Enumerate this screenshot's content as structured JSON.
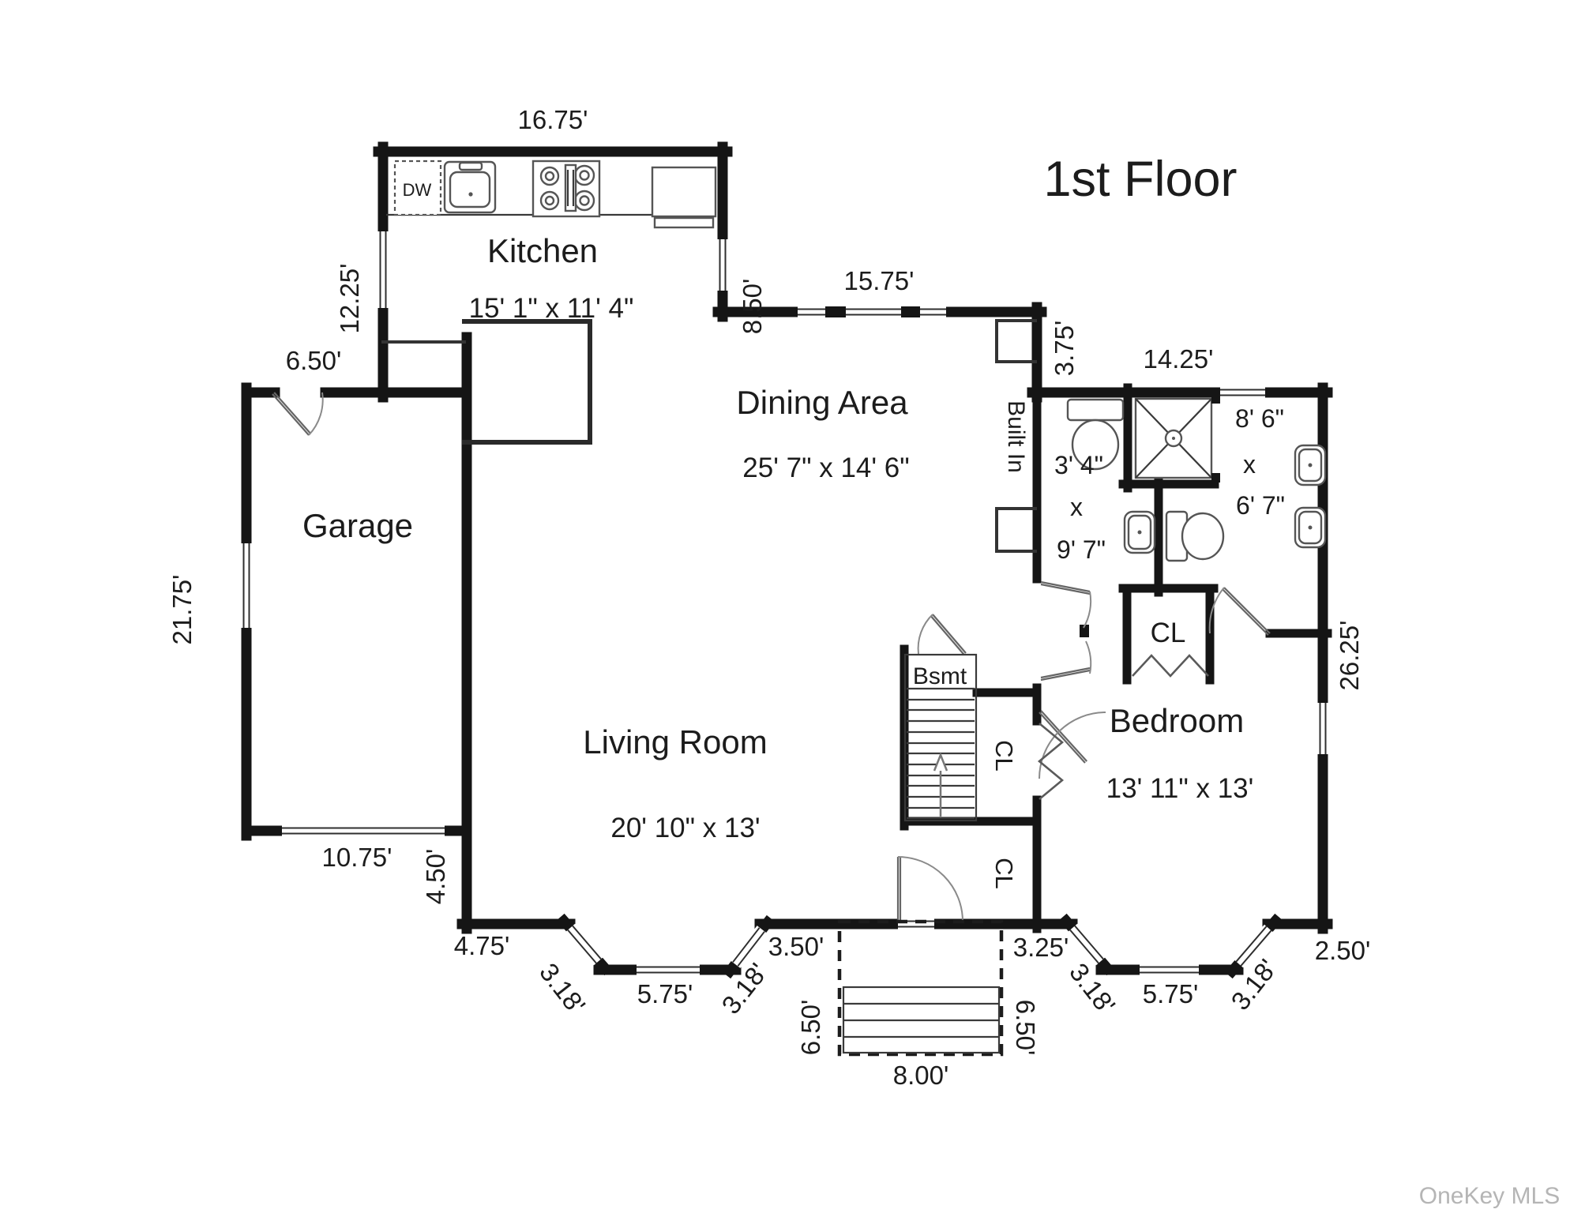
{
  "title": "1st Floor",
  "watermark": "OneKey MLS",
  "rooms": {
    "kitchen": {
      "name": "Kitchen",
      "dims": "15' 1\" x 11' 4\""
    },
    "dining": {
      "name": "Dining Area",
      "dims": "25' 7\" x 14' 6\""
    },
    "garage": {
      "name": "Garage"
    },
    "living": {
      "name": "Living Room",
      "dims": "20' 10\" x 13'"
    },
    "bedroom": {
      "name": "Bedroom",
      "dims": "13' 11\" x 13'"
    },
    "bath_small": {
      "w": "3' 4\"",
      "x": "x",
      "h": "9' 7\""
    },
    "bath_main": {
      "w": "8' 6\"",
      "x": "x",
      "h": "6' 7\""
    }
  },
  "labels": {
    "bsmt": "Bsmt",
    "cl_upper": "CL",
    "cl_lower": "CL",
    "cl_bath": "CL",
    "built_in": "Built In",
    "dw": "DW"
  },
  "dims": {
    "kitchen_top": "16.75'",
    "kitchen_left": "12.25'",
    "kitchen_right": "8.50'",
    "dining_top": "15.75'",
    "jog_right": "3.75'",
    "bath_top": "14.25'",
    "garage_door": "6.50'",
    "garage_left": "21.75'",
    "garage_bottom": "10.75'",
    "lr_step": "4.50'",
    "lr_bottom_left": "4.75'",
    "lr_bay_left": "3.18'",
    "lr_bay_center": "5.75'",
    "lr_bay_right": "3.18'",
    "porch_wall_left": "3.50'",
    "porch_side_left": "6.50'",
    "porch_side_right": "6.50'",
    "porch_bottom": "8.00'",
    "porch_wall_right": "3.25'",
    "br_bay_left": "3.18'",
    "br_bay_center": "5.75'",
    "br_bay_right": "3.18'",
    "br_right": "2.50'",
    "right_wall": "26.25'"
  }
}
